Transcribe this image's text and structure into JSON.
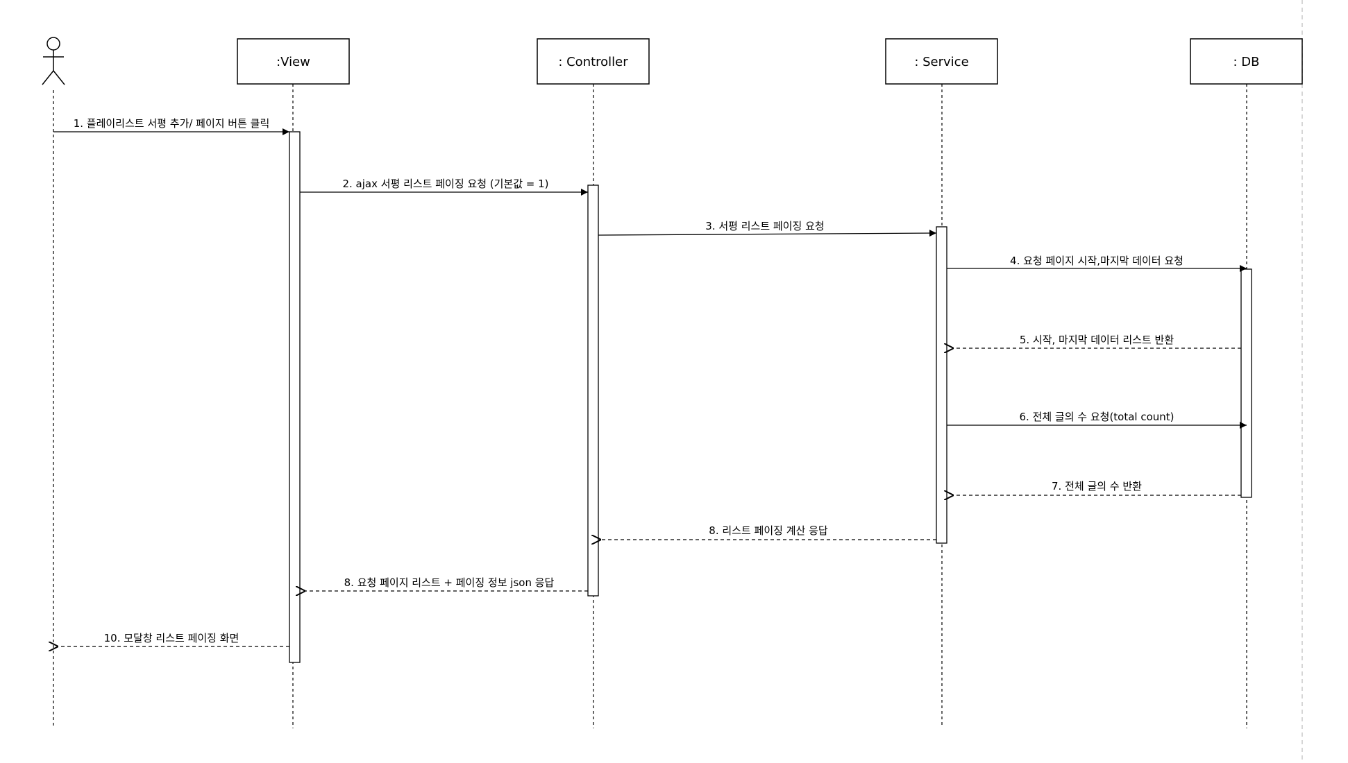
{
  "participants": [
    {
      "id": "view",
      "label": ":View"
    },
    {
      "id": "controller",
      "label": ": Controller"
    },
    {
      "id": "service",
      "label": ": Service"
    },
    {
      "id": "db",
      "label": ": DB"
    }
  ],
  "messages": [
    {
      "id": "m1",
      "label": "1. 플레이리스트 서평 추가/ 페이지 버튼 클릭",
      "from": "actor",
      "to": "view",
      "kind": "sync"
    },
    {
      "id": "m2",
      "label": "2. ajax 서평 리스트 페이징 요청 (기본값 = 1)",
      "from": "view",
      "to": "controller",
      "kind": "sync"
    },
    {
      "id": "m3",
      "label": "3. 서평 리스트 페이징 요청",
      "from": "controller",
      "to": "service",
      "kind": "sync"
    },
    {
      "id": "m4",
      "label": "4. 요청 페이지 시작,마지막 데이터 요청",
      "from": "service",
      "to": "db",
      "kind": "sync"
    },
    {
      "id": "m5",
      "label": "5. 시작, 마지막 데이터 리스트 반환",
      "from": "db",
      "to": "service",
      "kind": "return"
    },
    {
      "id": "m6",
      "label": "6. 전체 글의 수 요청(total count)",
      "from": "service",
      "to": "db",
      "kind": "sync"
    },
    {
      "id": "m7",
      "label": "7. 전체 글의 수 반환",
      "from": "db",
      "to": "service",
      "kind": "return"
    },
    {
      "id": "m8",
      "label": "8. 리스트 페이징 계산 응답",
      "from": "service",
      "to": "controller",
      "kind": "return"
    },
    {
      "id": "m9",
      "label": "8. 요청 페이지 리스트 + 페이징 정보 json 응답",
      "from": "controller",
      "to": "view",
      "kind": "return"
    },
    {
      "id": "m10",
      "label": "10. 모달창 리스트 페이징 화면",
      "from": "view",
      "to": "actor",
      "kind": "return"
    }
  ]
}
